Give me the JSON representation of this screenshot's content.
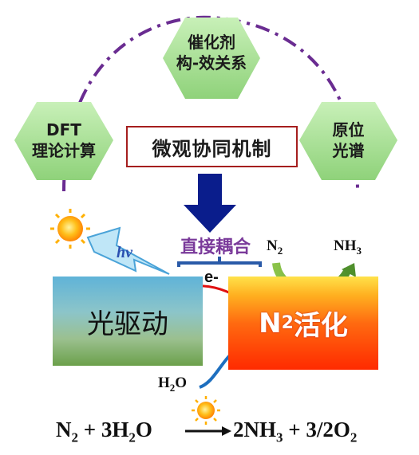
{
  "hexagons": {
    "top": {
      "line1": "催化剂",
      "line2": "构-效关系"
    },
    "left": {
      "line1": "DFT",
      "line2": "理论计算"
    },
    "right": {
      "line1": "原位",
      "line2": "光谱"
    }
  },
  "center_box": {
    "label": "微观协同机制"
  },
  "coupling": {
    "label": "直接耦合"
  },
  "hv_label": "hν",
  "electron_label": "e-",
  "light_box": {
    "label": "光驱动"
  },
  "n2_box": {
    "label_prefix": "N",
    "label_sub": "2",
    "label_suffix": "活化"
  },
  "reactant_n2": {
    "base": "N",
    "sub": "2"
  },
  "product_nh3": {
    "base": "NH",
    "sub": "3"
  },
  "water": {
    "base": "H",
    "sub": "2",
    "tail": "O"
  },
  "equation": {
    "lhs_n": "N",
    "lhs_n_sub": "2",
    "lhs_plus": " + 3H",
    "lhs_h_sub": "2",
    "lhs_o": "O",
    "rhs_a": "2NH",
    "rhs_a_sub": "3",
    "rhs_b": " + 3/2O",
    "rhs_b_sub": "2"
  },
  "colors": {
    "hex_fill": "#9fdc8c",
    "arc": "#6a2c91",
    "box_border": "#a51e1e",
    "down_arrow": "#0a1d8c",
    "coupling": "#7a3a9a",
    "electron_arrow": "#e01010",
    "water_arrow": "#1e6fbf"
  }
}
